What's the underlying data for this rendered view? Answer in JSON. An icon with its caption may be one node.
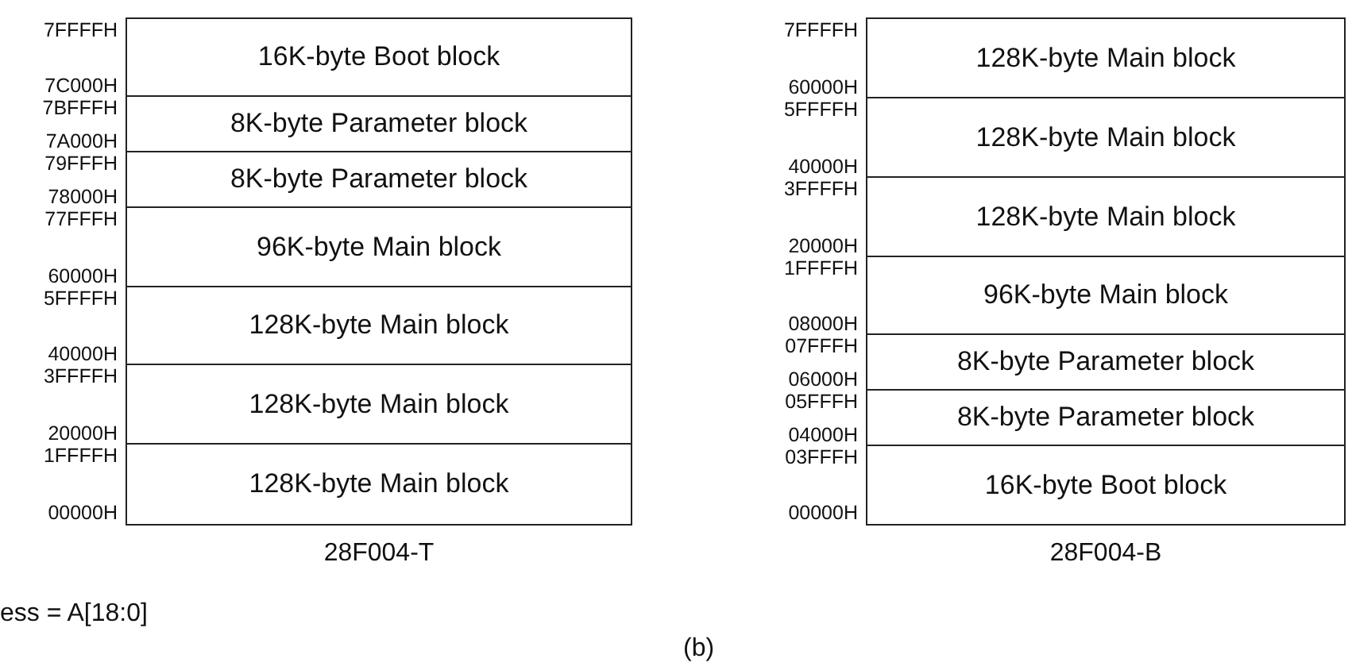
{
  "diagram": {
    "nodes": [
      {
        "text": [
          "28F004-T"
        ]
      },
      {
        "text": [
          "16K-byte Boot block"
        ],
        "in": 0
      },
      {
        "text": [
          "8K-byte Parameter block"
        ],
        "in": 0
      },
      {
        "text": [
          "8K-byte Parameter block"
        ],
        "in": 0
      },
      {
        "text": [
          "96K-byte Main block"
        ],
        "in": 0
      },
      {
        "text": [
          "128K-byte Main block"
        ],
        "in": 0
      },
      {
        "text": [
          "128K-byte Main block"
        ],
        "in": 0
      },
      {
        "text": [
          "128K-byte Main block"
        ],
        "in": 0
      },
      {
        "text": [
          "28F004-B"
        ]
      },
      {
        "text": [
          "128K-byte Main block"
        ],
        "in": 8
      },
      {
        "text": [
          "128K-byte Main block"
        ],
        "in": 8
      },
      {
        "text": [
          "128K-byte Main block"
        ],
        "in": 8
      },
      {
        "text": [
          "96K-byte Main block"
        ],
        "in": 8
      },
      {
        "text": [
          "8K-byte Parameter block"
        ],
        "in": 8
      },
      {
        "text": [
          "8K-byte Parameter block"
        ],
        "in": 8
      },
      {
        "text": [
          "16K-byte Boot block"
        ],
        "in": 8
      }
    ],
    "labels": [
      "7FFFFH",
      "7C000H",
      "7BFFFH",
      "7A000H",
      "79FFFH",
      "78000H",
      "77FFFH",
      "60000H",
      "5FFFFH",
      "40000H",
      "3FFFFH",
      "20000H",
      "1FFFFH",
      "00000H",
      "7FFFFH",
      "60000H",
      "5FFFFH",
      "40000H",
      "3FFFFH",
      "20000H",
      "1FFFFH",
      "08000H",
      "07FFFH",
      "06000H",
      "05FFFH",
      "04000H",
      "03FFFH",
      "00000H",
      "ess = A[18:0]",
      "(b)"
    ]
  }
}
